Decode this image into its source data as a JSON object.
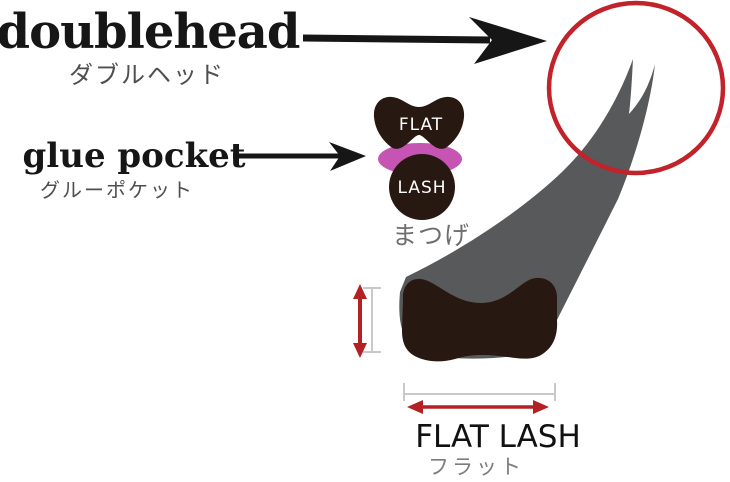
{
  "title": {
    "en": "doublehead",
    "jp": "ダブルヘッド"
  },
  "glue_pocket": {
    "en": "glue pocket",
    "jp": "グルーポケット"
  },
  "cross_section": {
    "flat_label": "FLAT",
    "lash_label": "LASH",
    "eyelash_jp": "まつげ"
  },
  "footer": {
    "en": "FLAT LASH",
    "jp": "フラット"
  },
  "colors": {
    "ink": "#161616",
    "jp_gray": "#4f4f4f",
    "light_jp_gray": "#6e6e6e",
    "body_gray": "#58595b",
    "dark_brown": "#281812",
    "glue_pink": "#c554b2",
    "accent_red": "#b32124",
    "circle_red": "#c2222a",
    "dim_line_gray": "#c9c9c9",
    "white": "#ffffff"
  }
}
